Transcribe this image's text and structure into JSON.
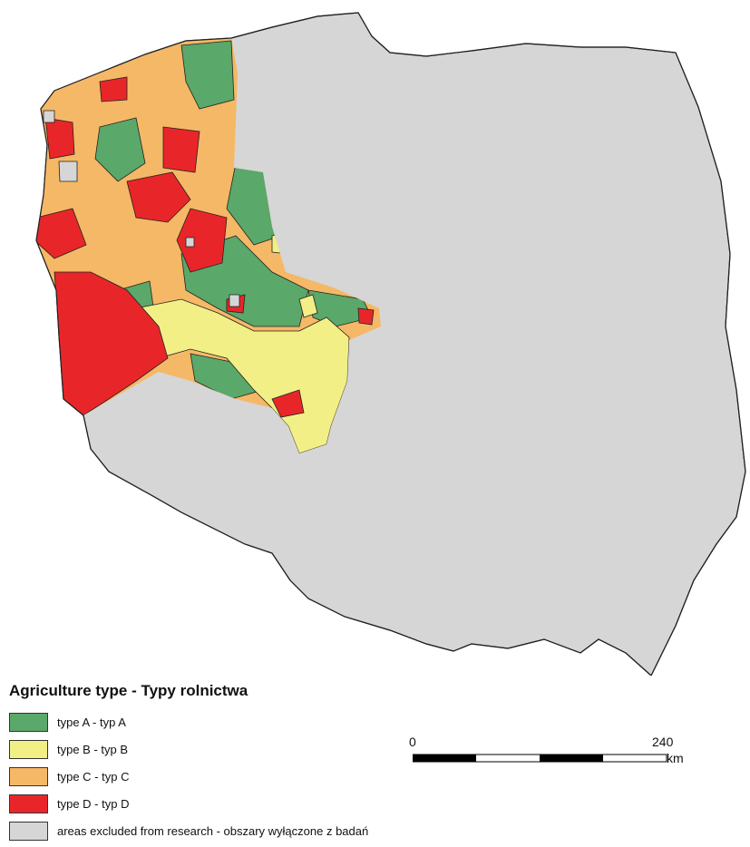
{
  "legend": {
    "title": "Agriculture type - Typy rolnictwa",
    "items": [
      {
        "label": "type A - typ A",
        "color": "#5aa86a"
      },
      {
        "label": "type B - typ B",
        "color": "#f2ef86"
      },
      {
        "label": "type C - typ C",
        "color": "#f5b866"
      },
      {
        "label": "type D - typ D",
        "color": "#e8262a"
      },
      {
        "label": "areas excluded from research - obszary wyłączone z badań",
        "color": "#d6d6d6"
      }
    ]
  },
  "scale": {
    "start": "0",
    "end": "240",
    "unit": "km"
  }
}
